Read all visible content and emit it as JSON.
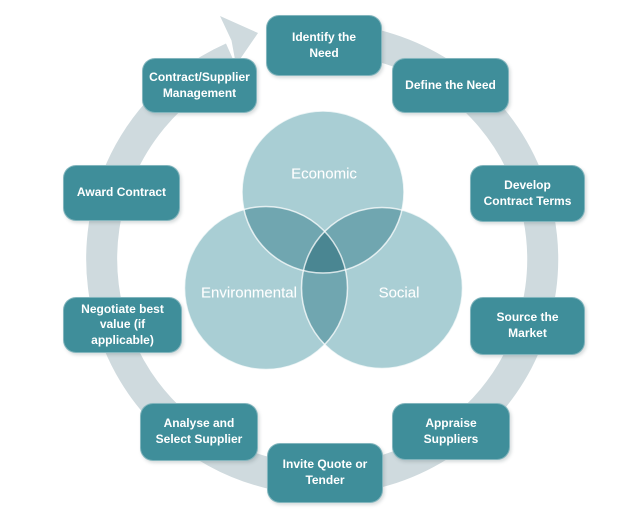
{
  "diagram": {
    "type": "procurement-cycle-with-sustainability-venn",
    "cycle": {
      "direction": "clockwise",
      "steps": [
        "Identify the Need",
        "Define the Need",
        "Develop Contract Terms",
        "Source the Market",
        "Appraise Suppliers",
        "Invite Quote or Tender",
        "Analyse and Select Supplier",
        "Negotiate best value (if applicable)",
        "Award Contract",
        "Contract/Supplier Management"
      ]
    },
    "venn": {
      "labels": [
        "Economic",
        "Environmental",
        "Social"
      ]
    },
    "colors": {
      "step-box": "#3f8e9a",
      "arrow-ring": "#cfdade",
      "venn-circle": "#a9ced4",
      "label-text": "#ffffff"
    }
  }
}
